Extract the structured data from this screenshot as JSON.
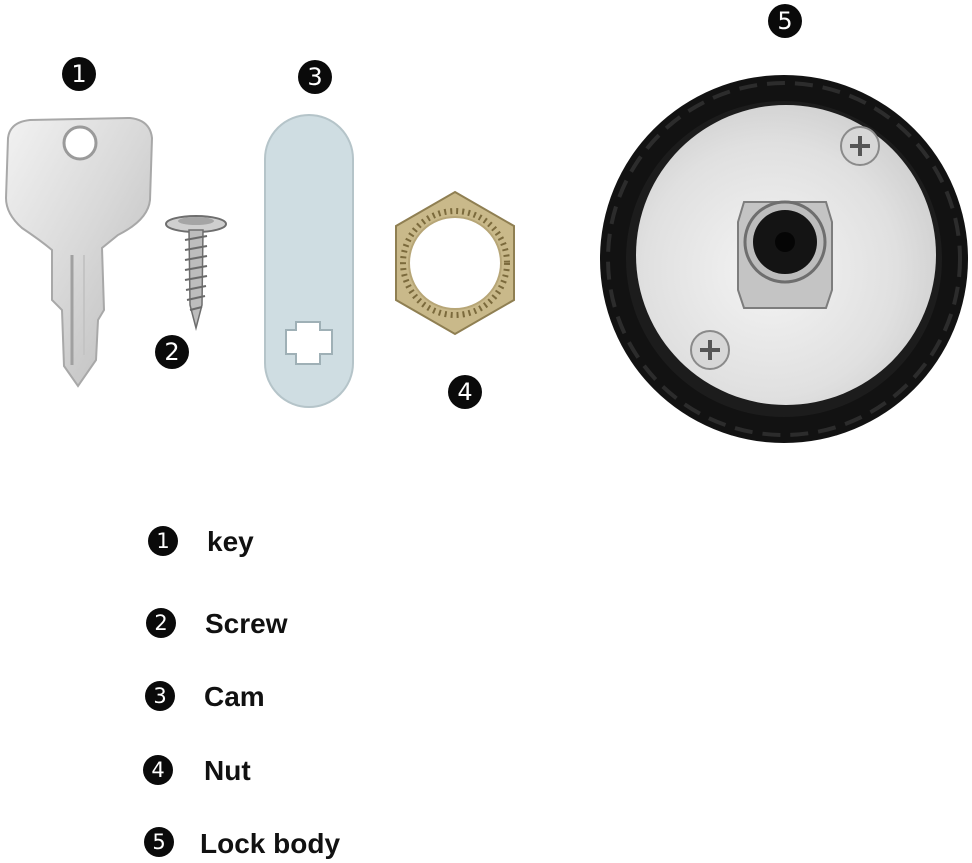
{
  "parts": [
    {
      "number": "1",
      "name": "key",
      "icon": "key-icon"
    },
    {
      "number": "2",
      "name": "Screw",
      "icon": "screw-icon"
    },
    {
      "number": "3",
      "name": "Cam",
      "icon": "cam-icon"
    },
    {
      "number": "4",
      "name": "Nut",
      "icon": "hex-nut-icon"
    },
    {
      "number": "5",
      "name": "Lock body",
      "icon": "lock-body-icon"
    }
  ],
  "legend": [
    {
      "number": "1",
      "label": "key"
    },
    {
      "number": "2",
      "label": "Screw"
    },
    {
      "number": "3",
      "label": "Cam"
    },
    {
      "number": "4",
      "label": "Nut"
    },
    {
      "number": "5",
      "label": "Lock body"
    }
  ],
  "colors": {
    "background": "#ffffff",
    "badge": "#0a0a0a",
    "badge_text": "#ffffff",
    "legend_text": "#111111",
    "silver": "#d9dadb",
    "brass": "#c8b88a",
    "lock_rim": "#111111"
  }
}
